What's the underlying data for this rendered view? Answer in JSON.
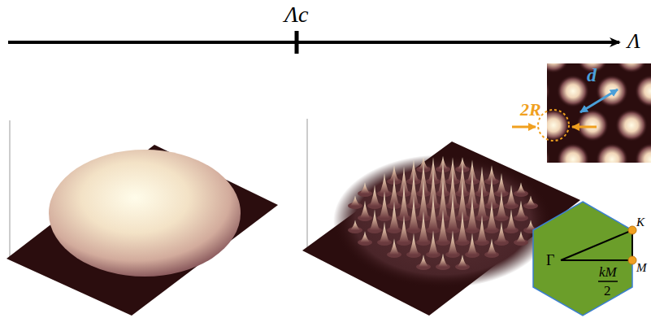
{
  "diagram": {
    "labels": [
      "Λc",
      "Λ",
      "d",
      "2R",
      "K",
      "Γ",
      "M",
      "kM",
      "2"
    ]
  }
}
